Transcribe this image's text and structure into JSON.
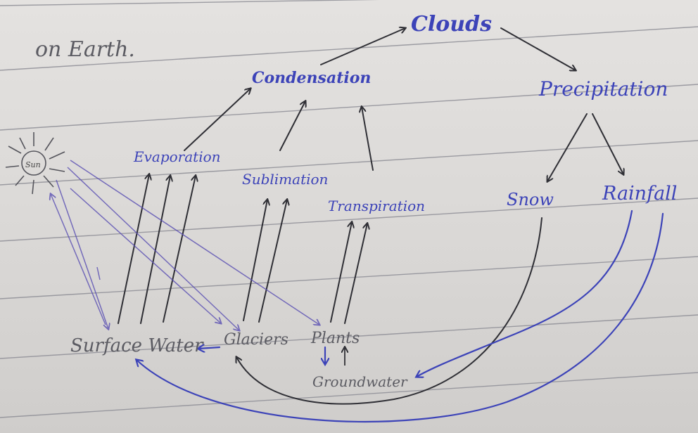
{
  "page": {
    "heading_fragment": "on Earth.",
    "sun_label": "Sun"
  },
  "nodes": {
    "clouds": "Clouds",
    "condensation": "Condensation",
    "precipitation": "Precipitation",
    "evaporation": "Evaporation",
    "sublimation": "Sublimation",
    "transpiration": "Transpiration",
    "snow": "Snow",
    "rainfall": "Rainfall",
    "surface_water": "Surface Water",
    "glaciers": "Glaciers",
    "plants": "Plants",
    "groundwater": "Groundwater"
  },
  "colors": {
    "ink_blue": "#3c43b8",
    "ink_grey": "#2f2f35",
    "rule_line": "#8f8f97",
    "paper": "#dedcda"
  }
}
